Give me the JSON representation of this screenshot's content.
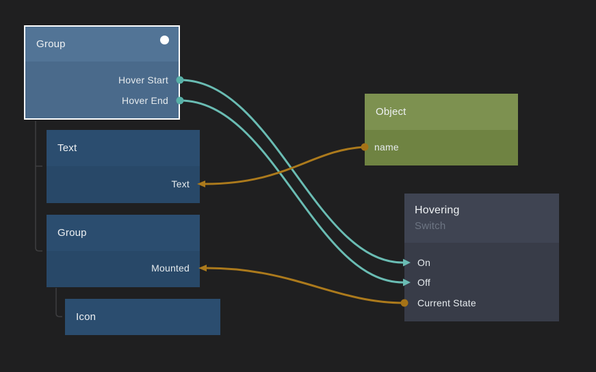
{
  "canvas": {
    "background": "#1f1f20"
  },
  "colors": {
    "pulse_teal": "#6abcb3",
    "pulse_teal_dot": "#58b0a7",
    "value_orange": "#ac7a1c",
    "value_orange_dot": "#a57317",
    "selection_border": "#ffffff",
    "tree_line": "#3e3e40",
    "node_blue_header": "#2b4d6f",
    "node_blue_body": "#284868",
    "node_selected_header": "#527496",
    "node_selected_body": "#4a6a8b",
    "node_object_header": "#7d9150",
    "node_object_body": "#6f8342",
    "node_switch_header": "#3f4452",
    "node_switch_body": "#383c48"
  },
  "nodes": [
    {
      "id": "group-selected",
      "title": "Group",
      "selected": true,
      "has_indicator": true,
      "ports": [
        {
          "label": "Hover Start",
          "side": "right",
          "connector": "dot",
          "color_role": "pulse_teal"
        },
        {
          "label": "Hover End",
          "side": "right",
          "connector": "dot",
          "color_role": "pulse_teal"
        }
      ]
    },
    {
      "id": "text",
      "title": "Text",
      "selected": false,
      "ports": [
        {
          "label": "Text",
          "side": "right",
          "connector": "arrow-in",
          "color_role": "value_orange"
        }
      ]
    },
    {
      "id": "group-child",
      "title": "Group",
      "selected": false,
      "ports": [
        {
          "label": "Mounted",
          "side": "right",
          "connector": "arrow-in",
          "color_role": "value_orange"
        }
      ]
    },
    {
      "id": "icon",
      "title": "Icon",
      "selected": false,
      "ports": []
    },
    {
      "id": "object",
      "title": "Object",
      "selected": false,
      "ports": [
        {
          "label": "name",
          "side": "left",
          "connector": "dot",
          "color_role": "value_orange"
        }
      ]
    },
    {
      "id": "hovering",
      "title": "Hovering",
      "subtitle": "Switch",
      "selected": false,
      "ports": [
        {
          "label": "On",
          "side": "left",
          "connector": "arrow-in",
          "color_role": "pulse_teal"
        },
        {
          "label": "Off",
          "side": "left",
          "connector": "arrow-in",
          "color_role": "pulse_teal"
        },
        {
          "label": "Current State",
          "side": "left",
          "connector": "dot",
          "color_role": "value_orange"
        }
      ]
    }
  ],
  "wires": [
    {
      "from": "group-selected.Hover Start",
      "to": "hovering.On",
      "color_role": "pulse_teal"
    },
    {
      "from": "group-selected.Hover End",
      "to": "hovering.Off",
      "color_role": "pulse_teal"
    },
    {
      "from": "object.name",
      "to": "text.Text",
      "color_role": "value_orange"
    },
    {
      "from": "hovering.Current State",
      "to": "group-child.Mounted",
      "color_role": "value_orange"
    }
  ],
  "hierarchy_links": [
    {
      "parent": "group-selected",
      "children": [
        "text",
        "group-child"
      ]
    },
    {
      "parent": "group-child",
      "children": [
        "icon"
      ]
    }
  ]
}
